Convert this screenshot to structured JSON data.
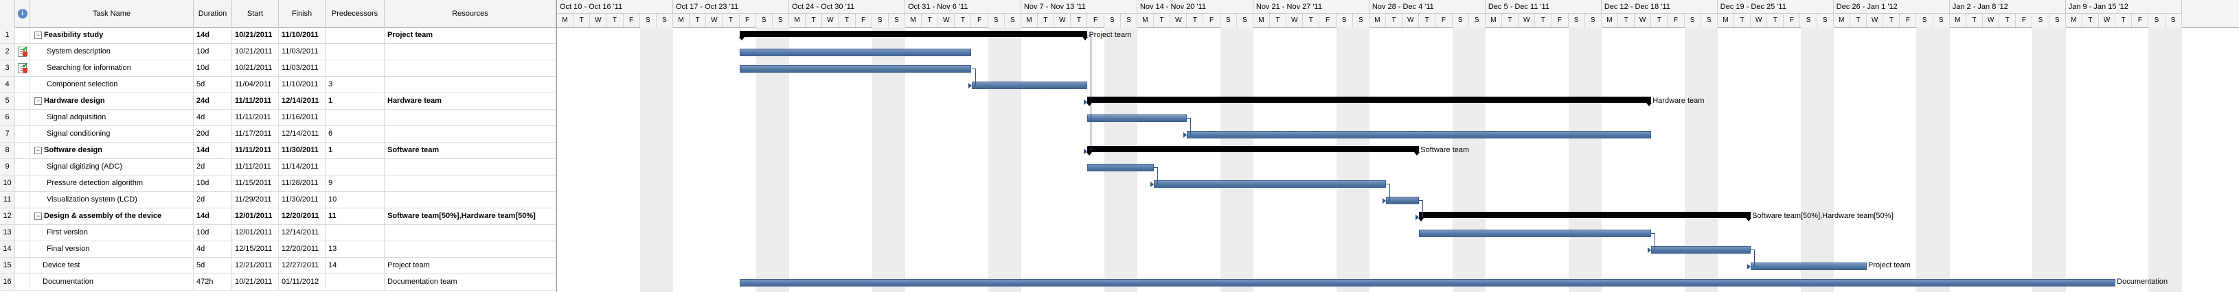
{
  "header": {
    "info_glyph": "i",
    "columns": [
      "Task Name",
      "Duration",
      "Start",
      "Finish",
      "Predecessors",
      "Resources"
    ]
  },
  "weeks": [
    "Oct 10 - Oct 16 '11",
    "Oct 17 - Oct 23 '11",
    "Oct 24 - Oct 30 '11",
    "Oct 31 - Nov 6 '11",
    "Nov 7 - Nov 13 '11",
    "Nov 14 - Nov 20 '11",
    "Nov 21 - Nov 27 '11",
    "Nov 28 - Dec 4 '11",
    "Dec 5 - Dec 11 '11",
    "Dec 12 - Dec 18 '11",
    "Dec 19 - Dec 25 '11",
    "Dec 26 - Jan 1 '12",
    "Jan 2 - Jan 8 '12",
    "Jan 9 - Jan 15 '12"
  ],
  "day_letters": [
    "M",
    "T",
    "W",
    "T",
    "F",
    "S",
    "S"
  ],
  "tasks": [
    {
      "id": "1",
      "name": "Feasibility study",
      "duration": "14d",
      "start": "10/21/2011",
      "finish": "11/10/2011",
      "pred": "",
      "resources": "Project team",
      "summary": true,
      "indent": 0,
      "indicator": false
    },
    {
      "id": "2",
      "name": "System description",
      "duration": "10d",
      "start": "10/21/2011",
      "finish": "11/03/2011",
      "pred": "",
      "resources": "",
      "summary": false,
      "indent": 1,
      "indicator": true
    },
    {
      "id": "3",
      "name": "Searching for information",
      "duration": "10d",
      "start": "10/21/2011",
      "finish": "11/03/2011",
      "pred": "",
      "resources": "",
      "summary": false,
      "indent": 1,
      "indicator": true
    },
    {
      "id": "4",
      "name": "Component selection",
      "duration": "5d",
      "start": "11/04/2011",
      "finish": "11/10/2011",
      "pred": "3",
      "resources": "",
      "summary": false,
      "indent": 1,
      "indicator": false
    },
    {
      "id": "5",
      "name": "Hardware design",
      "duration": "24d",
      "start": "11/11/2011",
      "finish": "12/14/2011",
      "pred": "1",
      "resources": "Hardware team",
      "summary": true,
      "indent": 0,
      "indicator": false
    },
    {
      "id": "6",
      "name": "Signal adquisition",
      "duration": "4d",
      "start": "11/11/2011",
      "finish": "11/16/2011",
      "pred": "",
      "resources": "",
      "summary": false,
      "indent": 1,
      "indicator": false
    },
    {
      "id": "7",
      "name": "Signal conditioning",
      "duration": "20d",
      "start": "11/17/2011",
      "finish": "12/14/2011",
      "pred": "6",
      "resources": "",
      "summary": false,
      "indent": 1,
      "indicator": false
    },
    {
      "id": "8",
      "name": "Software design",
      "duration": "14d",
      "start": "11/11/2011",
      "finish": "11/30/2011",
      "pred": "1",
      "resources": "Software team",
      "summary": true,
      "indent": 0,
      "indicator": false
    },
    {
      "id": "9",
      "name": "Signal digitizing (ADC)",
      "duration": "2d",
      "start": "11/11/2011",
      "finish": "11/14/2011",
      "pred": "",
      "resources": "",
      "summary": false,
      "indent": 1,
      "indicator": false
    },
    {
      "id": "10",
      "name": "Pressure detection algorithm",
      "duration": "10d",
      "start": "11/15/2011",
      "finish": "11/28/2011",
      "pred": "9",
      "resources": "",
      "summary": false,
      "indent": 1,
      "indicator": false
    },
    {
      "id": "11",
      "name": "Visualization system (LCD)",
      "duration": "2d",
      "start": "11/29/2011",
      "finish": "11/30/2011",
      "pred": "10",
      "resources": "",
      "summary": false,
      "indent": 1,
      "indicator": false
    },
    {
      "id": "12",
      "name": "Design & assembly of the device",
      "duration": "14d",
      "start": "12/01/2011",
      "finish": "12/20/2011",
      "pred": "11",
      "resources": "Software team[50%],Hardware team[50%]",
      "summary": true,
      "indent": 0,
      "indicator": false
    },
    {
      "id": "13",
      "name": "First version",
      "duration": "10d",
      "start": "12/01/2011",
      "finish": "12/14/2011",
      "pred": "",
      "resources": "",
      "summary": false,
      "indent": 1,
      "indicator": false
    },
    {
      "id": "14",
      "name": "Final version",
      "duration": "4d",
      "start": "12/15/2011",
      "finish": "12/20/2011",
      "pred": "13",
      "resources": "",
      "summary": false,
      "indent": 1,
      "indicator": false
    },
    {
      "id": "15",
      "name": "Device test",
      "duration": "5d",
      "start": "12/21/2011",
      "finish": "12/27/2011",
      "pred": "14",
      "resources": "Project team",
      "summary": false,
      "indent": 0,
      "indicator": false
    },
    {
      "id": "16",
      "name": "Documentation",
      "duration": "472h",
      "start": "10/21/2011",
      "finish": "01/11/2012",
      "pred": "",
      "resources": "Documentation team",
      "summary": false,
      "indent": 0,
      "indicator": false
    }
  ],
  "bar_labels": {
    "1": "Project team",
    "5": "Hardware team",
    "8": "Software team",
    "12": "Software team[50%],Hardware team[50%]",
    "15": "Project team",
    "16": "Documentation"
  },
  "colors": {
    "task_bar": "#4f76a4",
    "summary_bar": "#000000",
    "link": "#2d4f86",
    "weekend": "#ececec"
  }
}
